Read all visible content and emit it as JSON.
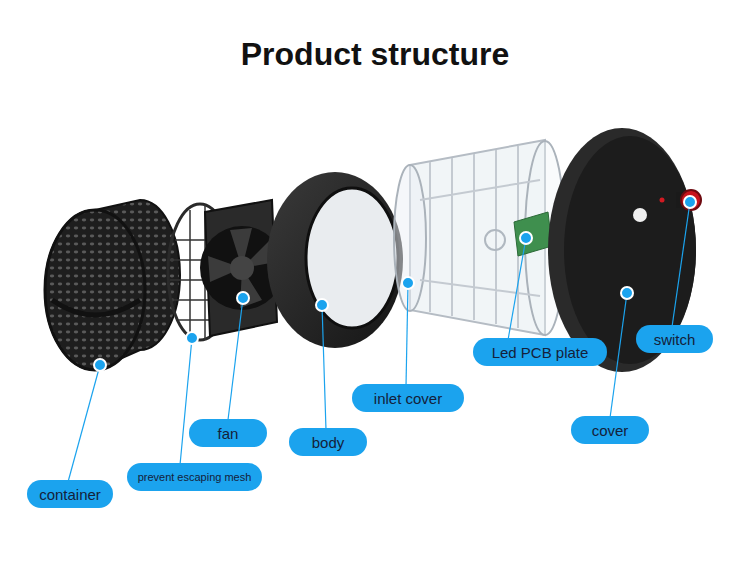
{
  "diagram": {
    "title": "Product structure",
    "nodes": [
      {
        "text": [
          "switch"
        ]
      },
      {
        "text": [
          "Led PCB plate"
        ]
      },
      {
        "text": [
          "inlet cover"
        ]
      },
      {
        "text": [
          "cover"
        ]
      },
      {
        "text": [
          "fan"
        ]
      },
      {
        "text": [
          "body"
        ]
      },
      {
        "text": [
          "prevent escaping mesh"
        ]
      },
      {
        "text": [
          "container"
        ]
      }
    ]
  }
}
